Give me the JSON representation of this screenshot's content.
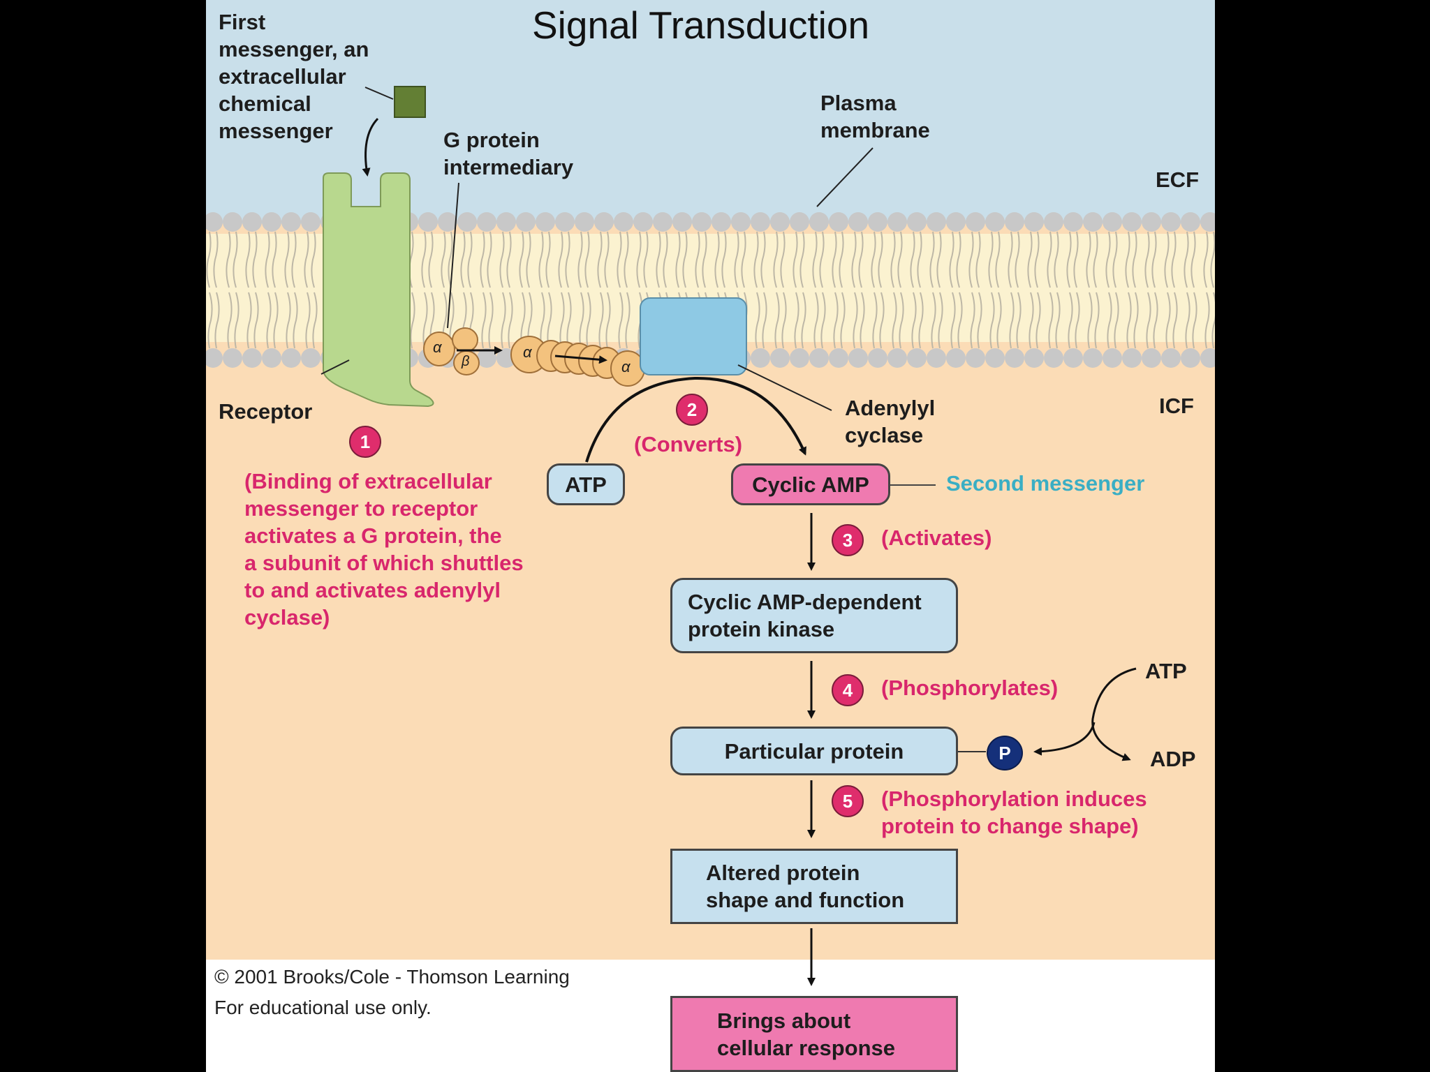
{
  "title": "Signal Transduction",
  "regions": {
    "ecf": "ECF",
    "icf": "ICF"
  },
  "labels": {
    "first_messenger": [
      "First",
      "messenger, an",
      "extracellular",
      "chemical",
      "messenger"
    ],
    "g_protein": [
      "G protein",
      "intermediary"
    ],
    "plasma_membrane": [
      "Plasma",
      "membrane"
    ],
    "receptor": "Receptor",
    "adenylyl_cyclase": [
      "Adenylyl",
      "cyclase"
    ],
    "second_messenger": "Second messenger",
    "alpha": "α",
    "beta": "β",
    "atp_right": "ATP",
    "adp": "ADP"
  },
  "steps": [
    {
      "num": "1",
      "text": [
        "(Binding of extracellular",
        "messenger to receptor",
        "activates a G protein, the",
        "a subunit of which shuttles",
        "to and activates adenylyl",
        "cyclase)"
      ]
    },
    {
      "num": "2",
      "text": [
        "(Converts)"
      ]
    },
    {
      "num": "3",
      "text": [
        "(Activates)"
      ]
    },
    {
      "num": "4",
      "text": [
        "(Phosphorylates)"
      ]
    },
    {
      "num": "5",
      "text": [
        "(Phosphorylation induces",
        "protein to change shape)"
      ]
    }
  ],
  "boxes": {
    "atp": "ATP",
    "cyclic_amp": "Cyclic AMP",
    "kinase": [
      "Cyclic AMP-dependent",
      "protein kinase"
    ],
    "particular": "Particular protein",
    "phosphate": "P",
    "altered": [
      "Altered protein",
      "shape and function"
    ],
    "response": [
      "Brings about",
      "cellular response"
    ]
  },
  "copyright": [
    "© 2001 Brooks/Cole - Thomson Learning",
    "For educational use only."
  ],
  "colors": {
    "ecf": "#c9dfea",
    "icf": "#fbdcb6",
    "receptor": "#b8d88e",
    "cyclase": "#8ec9e4",
    "gprotein": "#f3c27e",
    "pink": "#df2d6c",
    "box": "#c6e0ee",
    "response": "#ef7ab0",
    "teal": "#3aaec4",
    "phosphate": "#15307a",
    "messenger": "#637f34"
  }
}
